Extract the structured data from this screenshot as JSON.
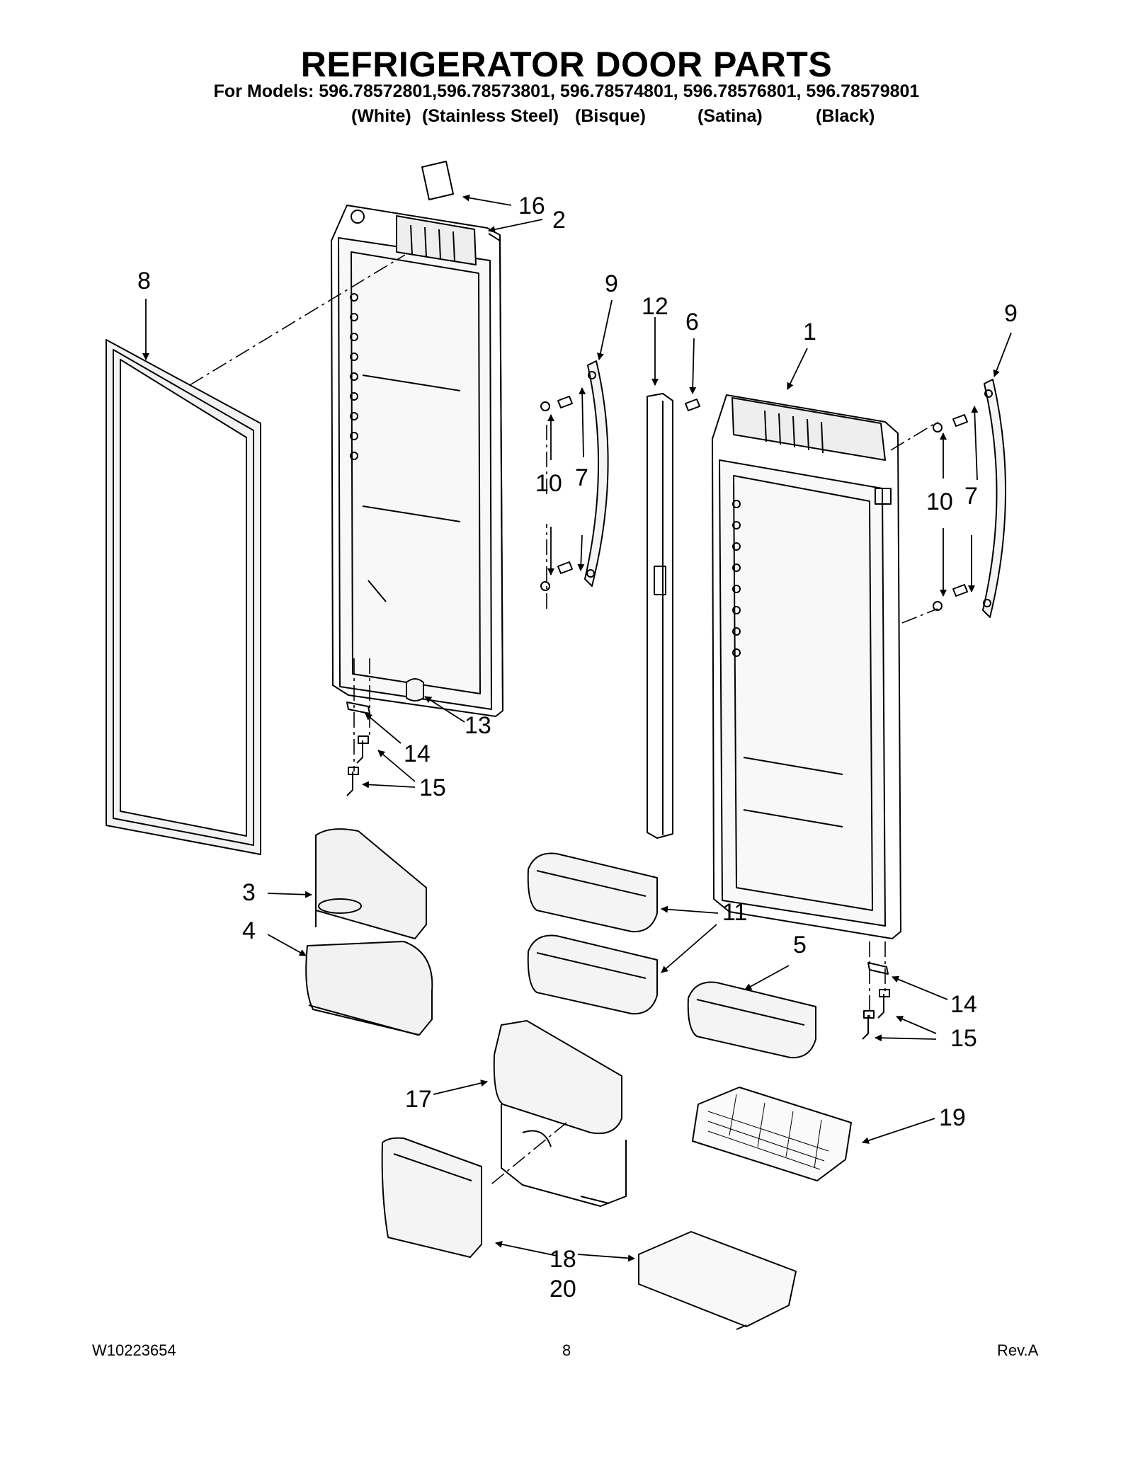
{
  "header": {
    "title": "REFRIGERATOR DOOR PARTS",
    "models_line": "For Models: 596.78572801,596.78573801, 596.78574801, 596.78576801, 596.78579801",
    "finishes": [
      "(White)",
      "(Stainless Steel)",
      "(Bisque)",
      "(Satina)",
      "(Black)"
    ]
  },
  "diagram": {
    "callouts": [
      "1",
      "2",
      "3",
      "4",
      "5",
      "6",
      "7",
      "7",
      "8",
      "9",
      "9",
      "10",
      "10",
      "11",
      "11",
      "12",
      "13",
      "14",
      "14",
      "15",
      "15",
      "16",
      "17",
      "18",
      "19",
      "20"
    ]
  },
  "footer": {
    "doc_number": "W10223654",
    "page_number": "8",
    "revision": "Rev.A"
  }
}
